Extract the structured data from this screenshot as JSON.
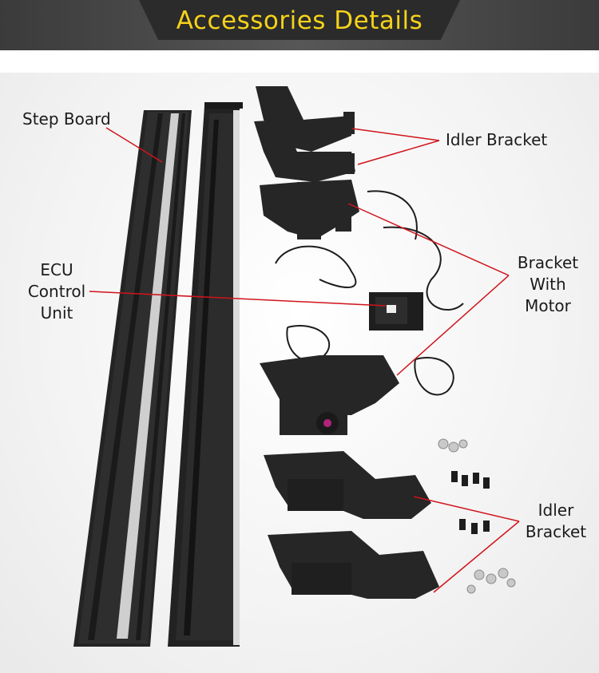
{
  "header": {
    "title": "Accessories Details",
    "title_color": "#f5d21a",
    "background_color": "#454545"
  },
  "labels": {
    "step_board": "Step Board",
    "idler_bracket_top": "Idler Bracket",
    "ecu_line1": "ECU",
    "ecu_line2": "Control",
    "ecu_line3": "Unit",
    "bracket_motor_line1": "Bracket",
    "bracket_motor_line2": "With",
    "bracket_motor_line3": "Motor",
    "idler_bracket_bottom_line1": "Idler",
    "idler_bracket_bottom_line2": "Bracket"
  },
  "colors": {
    "leader_line": "#d0141c",
    "product": "#262626",
    "steel_strip": "#cfcfcf"
  }
}
